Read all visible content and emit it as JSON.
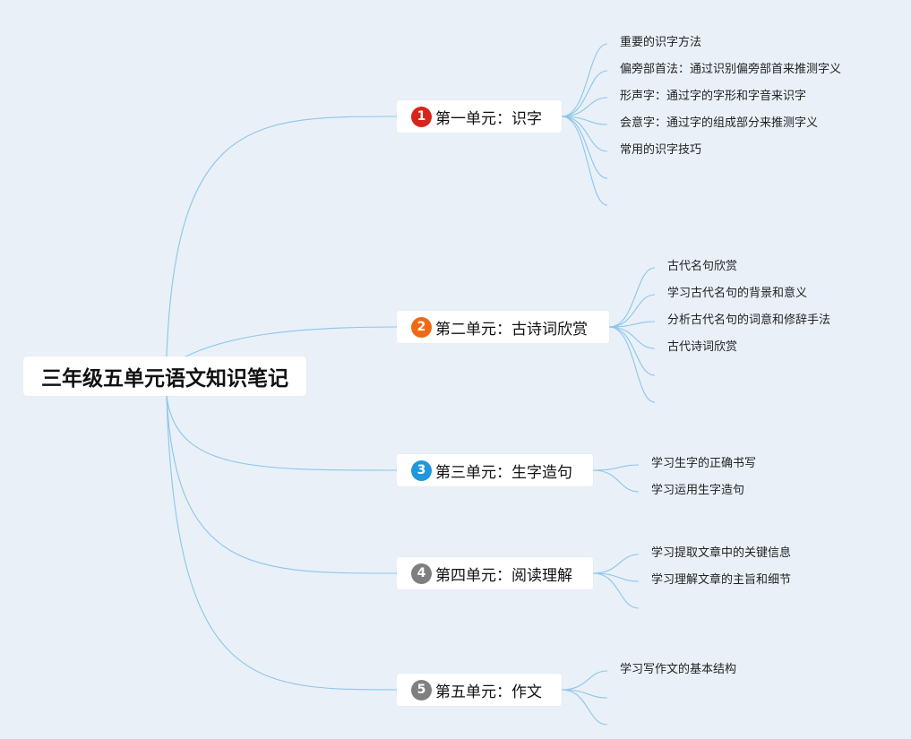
{
  "title": "三年级五单元语文知识笔记",
  "colors": {
    "background": "#e9f0f8",
    "connector": "#8cc6e8",
    "badge_1": "#d6251b",
    "badge_2": "#ee6a17",
    "badge_3": "#1f97dc",
    "badge_4": "#7f7f7f",
    "badge_5": "#7f7f7f"
  },
  "units": [
    {
      "number": "1",
      "label": "第一单元：识字",
      "items": [
        "重要的识字方法",
        "偏旁部首法：通过识别偏旁部首来推测字义",
        "形声字：通过字的字形和字音来识字",
        "会意字：通过字的组成部分来推测字义",
        "常用的识字技巧",
        "",
        ""
      ]
    },
    {
      "number": "2",
      "label": "第二单元：古诗词欣赏",
      "items": [
        "古代名句欣赏",
        "学习古代名句的背景和意义",
        "分析古代名句的词意和修辞手法",
        "古代诗词欣赏",
        "",
        ""
      ]
    },
    {
      "number": "3",
      "label": "第三单元：生字造句",
      "items": [
        "学习生字的正确书写",
        "学习运用生字造句"
      ]
    },
    {
      "number": "4",
      "label": "第四单元：阅读理解",
      "items": [
        "学习提取文章中的关键信息",
        "学习理解文章的主旨和细节",
        ""
      ]
    },
    {
      "number": "5",
      "label": "第五单元：作文",
      "items": [
        "学习写作文的基本结构",
        "",
        ""
      ]
    }
  ]
}
